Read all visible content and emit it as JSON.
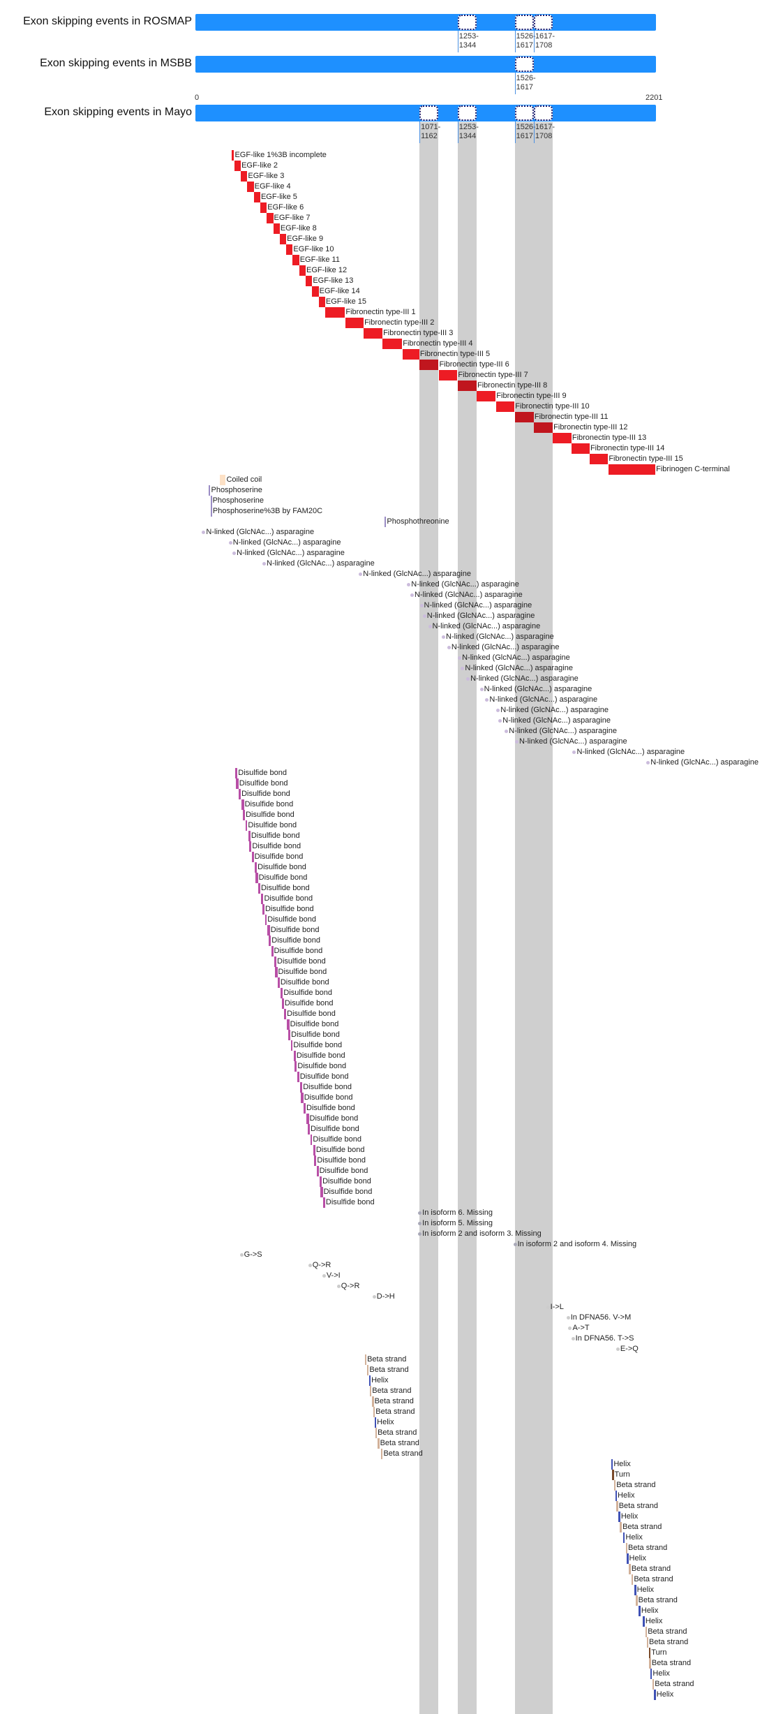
{
  "axis": {
    "min_label": "0",
    "max_label": "2201",
    "length": 2201
  },
  "colors": {
    "track": "#1e90ff",
    "domain": "#ed1c24",
    "domain-dark": "#c0161e",
    "coil": "#fde1c6",
    "mod": "#9a8cc4",
    "glyco": "#cbbcdc",
    "disulfide": "#b84fa6",
    "isoform": "#a9a9b8",
    "variant": "#cccccc",
    "helix": "#3f51b5",
    "strand": "#d2b199",
    "turn": "#7a4a2a",
    "gray": "#cfcfcf"
  },
  "exon_tracks": [
    {
      "title": "Exon skipping events in ROSMAP",
      "events": [
        {
          "start": 1253,
          "end": 1344,
          "label_a": "1253-",
          "label_b": "1344"
        },
        {
          "start": 1526,
          "end": 1617,
          "label_a": "1526-",
          "label_b": "1617"
        },
        {
          "start": 1617,
          "end": 1708,
          "label_a": "1617-",
          "label_b": "1708"
        }
      ]
    },
    {
      "title": "Exon skipping events in MSBB",
      "events": [
        {
          "start": 1526,
          "end": 1617,
          "label_a": "1526-",
          "label_b": "1617"
        }
      ]
    },
    {
      "title": "Exon skipping events in Mayo",
      "events": [
        {
          "start": 1071,
          "end": 1162,
          "label_a": "1071-",
          "label_b": "1162"
        },
        {
          "start": 1253,
          "end": 1344,
          "label_a": "1253-",
          "label_b": "1344"
        },
        {
          "start": 1526,
          "end": 1617,
          "label_a": "1526-",
          "label_b": "1617"
        },
        {
          "start": 1617,
          "end": 1708,
          "label_a": "1617-",
          "label_b": "1708"
        }
      ]
    }
  ],
  "features": [
    {
      "label": "EGF-like 1%3B incomplete",
      "start": 173,
      "end": 185,
      "type": "domain"
    },
    {
      "label": "EGF-like 2",
      "start": 186,
      "end": 217,
      "type": "domain"
    },
    {
      "label": "EGF-like 3",
      "start": 217,
      "end": 248,
      "type": "domain"
    },
    {
      "label": "EGF-like 4",
      "start": 248,
      "end": 279,
      "type": "domain"
    },
    {
      "label": "EGF-like 5",
      "start": 279,
      "end": 310,
      "type": "domain"
    },
    {
      "label": "EGF-like 6",
      "start": 310,
      "end": 341,
      "type": "domain"
    },
    {
      "label": "EGF-like 7",
      "start": 341,
      "end": 372,
      "type": "domain"
    },
    {
      "label": "EGF-like 8",
      "start": 372,
      "end": 403,
      "type": "domain"
    },
    {
      "label": "EGF-like 9",
      "start": 403,
      "end": 434,
      "type": "domain"
    },
    {
      "label": "EGF-like 10",
      "start": 434,
      "end": 465,
      "type": "domain"
    },
    {
      "label": "EGF-like 11",
      "start": 465,
      "end": 496,
      "type": "domain"
    },
    {
      "label": "EGF-like 12",
      "start": 496,
      "end": 527,
      "type": "domain"
    },
    {
      "label": "EGF-like 13",
      "start": 527,
      "end": 558,
      "type": "domain"
    },
    {
      "label": "EGF-like 14",
      "start": 558,
      "end": 589,
      "type": "domain"
    },
    {
      "label": "EGF-like 15",
      "start": 589,
      "end": 620,
      "type": "domain"
    },
    {
      "label": "Fibronectin type-III 1",
      "start": 621,
      "end": 715,
      "type": "domain"
    },
    {
      "label": "Fibronectin type-III 2",
      "start": 716,
      "end": 804,
      "type": "domain"
    },
    {
      "label": "Fibronectin type-III 3",
      "start": 805,
      "end": 894,
      "type": "domain"
    },
    {
      "label": "Fibronectin type-III 4",
      "start": 895,
      "end": 988,
      "type": "domain"
    },
    {
      "label": "Fibronectin type-III 5",
      "start": 989,
      "end": 1070,
      "type": "domain"
    },
    {
      "label": "Fibronectin type-III 6",
      "start": 1071,
      "end": 1162,
      "type": "domain-dark"
    },
    {
      "label": "Fibronectin type-III 7",
      "start": 1163,
      "end": 1252,
      "type": "domain"
    },
    {
      "label": "Fibronectin type-III 8",
      "start": 1253,
      "end": 1344,
      "type": "domain-dark"
    },
    {
      "label": "Fibronectin type-III 9",
      "start": 1345,
      "end": 1435,
      "type": "domain"
    },
    {
      "label": "Fibronectin type-III 10",
      "start": 1436,
      "end": 1525,
      "type": "domain"
    },
    {
      "label": "Fibronectin type-III 11",
      "start": 1526,
      "end": 1617,
      "type": "domain-dark"
    },
    {
      "label": "Fibronectin type-III 12",
      "start": 1618,
      "end": 1708,
      "type": "domain-dark"
    },
    {
      "label": "Fibronectin type-III 13",
      "start": 1709,
      "end": 1797,
      "type": "domain"
    },
    {
      "label": "Fibronectin type-III 14",
      "start": 1798,
      "end": 1884,
      "type": "domain"
    },
    {
      "label": "Fibronectin type-III 15",
      "start": 1885,
      "end": 1972,
      "type": "domain"
    },
    {
      "label": "Fibrinogen C-terminal",
      "start": 1973,
      "end": 2198,
      "type": "domain"
    },
    {
      "label": "Coiled coil",
      "start": 118,
      "end": 145,
      "type": "coil"
    },
    {
      "label": "Phosphoserine",
      "start": 65,
      "end": 65,
      "type": "mod"
    },
    {
      "label": "Phosphoserine",
      "start": 72,
      "end": 72,
      "type": "mod"
    },
    {
      "label": "Phosphoserine%3B by FAM20C",
      "start": 73,
      "end": 73,
      "type": "mod"
    },
    {
      "label": "Phosphothreonine",
      "start": 905,
      "end": 905,
      "type": "mod"
    },
    {
      "label": "N-linked (GlcNAc...) asparagine",
      "start": 38,
      "type": "glyco"
    },
    {
      "label": "N-linked (GlcNAc...) asparagine",
      "start": 166,
      "type": "glyco"
    },
    {
      "label": "N-linked (GlcNAc...) asparagine",
      "start": 184,
      "type": "glyco"
    },
    {
      "label": "N-linked (GlcNAc...) asparagine",
      "start": 327,
      "type": "glyco"
    },
    {
      "label": "N-linked (GlcNAc...) asparagine",
      "start": 788,
      "type": "glyco"
    },
    {
      "label": "N-linked (GlcNAc...) asparagine",
      "start": 1018,
      "type": "glyco"
    },
    {
      "label": "N-linked (GlcNAc...) asparagine",
      "start": 1034,
      "type": "glyco"
    },
    {
      "label": "N-linked (GlcNAc...) asparagine",
      "start": 1079,
      "type": "glyco"
    },
    {
      "label": "N-linked (GlcNAc...) asparagine",
      "start": 1093,
      "type": "glyco"
    },
    {
      "label": "N-linked (GlcNAc...) asparagine",
      "start": 1119,
      "type": "glyco"
    },
    {
      "label": "N-linked (GlcNAc...) asparagine",
      "start": 1184,
      "type": "glyco"
    },
    {
      "label": "N-linked (GlcNAc...) asparagine",
      "start": 1210,
      "type": "glyco"
    },
    {
      "label": "N-linked (GlcNAc...) asparagine",
      "start": 1261,
      "type": "glyco"
    },
    {
      "label": "N-linked (GlcNAc...) asparagine",
      "start": 1275,
      "type": "glyco"
    },
    {
      "label": "N-linked (GlcNAc...) asparagine",
      "start": 1301,
      "type": "glyco"
    },
    {
      "label": "N-linked (GlcNAc...) asparagine",
      "start": 1366,
      "type": "glyco"
    },
    {
      "label": "N-linked (GlcNAc...) asparagine",
      "start": 1392,
      "type": "glyco"
    },
    {
      "label": "N-linked (GlcNAc...) asparagine",
      "start": 1445,
      "type": "glyco"
    },
    {
      "label": "N-linked (GlcNAc...) asparagine",
      "start": 1455,
      "type": "glyco"
    },
    {
      "label": "N-linked (GlcNAc...) asparagine",
      "start": 1485,
      "type": "glyco"
    },
    {
      "label": "N-linked (GlcNAc...) asparagine",
      "start": 1534,
      "type": "glyco"
    },
    {
      "label": "N-linked (GlcNAc...) asparagine",
      "start": 1809,
      "type": "glyco"
    },
    {
      "label": "N-linked (GlcNAc...) asparagine",
      "start": 2162,
      "type": "glyco"
    },
    {
      "label": "Disulfide bond",
      "start": 190,
      "end": 201,
      "type": "disulfide"
    },
    {
      "label": "Disulfide bond",
      "start": 195,
      "end": 206,
      "type": "disulfide"
    },
    {
      "label": "Disulfide bond",
      "start": 208,
      "end": 217,
      "type": "disulfide"
    },
    {
      "label": "Disulfide bond",
      "start": 221,
      "end": 232,
      "type": "disulfide"
    },
    {
      "label": "Disulfide bond",
      "start": 226,
      "end": 237,
      "type": "disulfide"
    },
    {
      "label": "Disulfide bond",
      "start": 239,
      "end": 248,
      "type": "disulfide"
    },
    {
      "label": "Disulfide bond",
      "start": 252,
      "end": 263,
      "type": "disulfide"
    },
    {
      "label": "Disulfide bond",
      "start": 257,
      "end": 268,
      "type": "disulfide"
    },
    {
      "label": "Disulfide bond",
      "start": 270,
      "end": 279,
      "type": "disulfide"
    },
    {
      "label": "Disulfide bond",
      "start": 283,
      "end": 294,
      "type": "disulfide"
    },
    {
      "label": "Disulfide bond",
      "start": 288,
      "end": 299,
      "type": "disulfide"
    },
    {
      "label": "Disulfide bond",
      "start": 301,
      "end": 310,
      "type": "disulfide"
    },
    {
      "label": "Disulfide bond",
      "start": 314,
      "end": 325,
      "type": "disulfide"
    },
    {
      "label": "Disulfide bond",
      "start": 319,
      "end": 330,
      "type": "disulfide"
    },
    {
      "label": "Disulfide bond",
      "start": 332,
      "end": 341,
      "type": "disulfide"
    },
    {
      "label": "Disulfide bond",
      "start": 345,
      "end": 356,
      "type": "disulfide"
    },
    {
      "label": "Disulfide bond",
      "start": 350,
      "end": 361,
      "type": "disulfide"
    },
    {
      "label": "Disulfide bond",
      "start": 363,
      "end": 372,
      "type": "disulfide"
    },
    {
      "label": "Disulfide bond",
      "start": 376,
      "end": 387,
      "type": "disulfide"
    },
    {
      "label": "Disulfide bond",
      "start": 381,
      "end": 392,
      "type": "disulfide"
    },
    {
      "label": "Disulfide bond",
      "start": 394,
      "end": 403,
      "type": "disulfide"
    },
    {
      "label": "Disulfide bond",
      "start": 407,
      "end": 418,
      "type": "disulfide"
    },
    {
      "label": "Disulfide bond",
      "start": 412,
      "end": 423,
      "type": "disulfide"
    },
    {
      "label": "Disulfide bond",
      "start": 425,
      "end": 434,
      "type": "disulfide"
    },
    {
      "label": "Disulfide bond",
      "start": 438,
      "end": 449,
      "type": "disulfide"
    },
    {
      "label": "Disulfide bond",
      "start": 443,
      "end": 454,
      "type": "disulfide"
    },
    {
      "label": "Disulfide bond",
      "start": 456,
      "end": 465,
      "type": "disulfide"
    },
    {
      "label": "Disulfide bond",
      "start": 469,
      "end": 480,
      "type": "disulfide"
    },
    {
      "label": "Disulfide bond",
      "start": 474,
      "end": 485,
      "type": "disulfide"
    },
    {
      "label": "Disulfide bond",
      "start": 487,
      "end": 496,
      "type": "disulfide"
    },
    {
      "label": "Disulfide bond",
      "start": 500,
      "end": 511,
      "type": "disulfide"
    },
    {
      "label": "Disulfide bond",
      "start": 505,
      "end": 516,
      "type": "disulfide"
    },
    {
      "label": "Disulfide bond",
      "start": 518,
      "end": 527,
      "type": "disulfide"
    },
    {
      "label": "Disulfide bond",
      "start": 531,
      "end": 542,
      "type": "disulfide"
    },
    {
      "label": "Disulfide bond",
      "start": 536,
      "end": 547,
      "type": "disulfide"
    },
    {
      "label": "Disulfide bond",
      "start": 549,
      "end": 558,
      "type": "disulfide"
    },
    {
      "label": "Disulfide bond",
      "start": 562,
      "end": 573,
      "type": "disulfide"
    },
    {
      "label": "Disulfide bond",
      "start": 567,
      "end": 578,
      "type": "disulfide"
    },
    {
      "label": "Disulfide bond",
      "start": 580,
      "end": 589,
      "type": "disulfide"
    },
    {
      "label": "Disulfide bond",
      "start": 593,
      "end": 604,
      "type": "disulfide"
    },
    {
      "label": "Disulfide bond",
      "start": 598,
      "end": 609,
      "type": "disulfide"
    },
    {
      "label": "Disulfide bond",
      "start": 611,
      "end": 620,
      "type": "disulfide"
    },
    {
      "label": "In isoform 6. Missing",
      "start": 1071,
      "type": "isoform"
    },
    {
      "label": "In isoform 5. Missing",
      "start": 1071,
      "type": "isoform"
    },
    {
      "label": "In isoform 2 and isoform 3. Missing",
      "start": 1071,
      "type": "isoform"
    },
    {
      "label": "In isoform 2 and isoform 4. Missing",
      "start": 1526,
      "type": "isoform"
    },
    {
      "label": "G->S",
      "start": 219,
      "type": "variant"
    },
    {
      "label": "Q->R",
      "start": 546,
      "type": "variant"
    },
    {
      "label": "V->I",
      "start": 613,
      "type": "variant"
    },
    {
      "label": "Q->R",
      "start": 683,
      "type": "variant"
    },
    {
      "label": "D->H",
      "start": 853,
      "type": "variant"
    },
    {
      "label": "I->L",
      "start": 1683,
      "type": "variant"
    },
    {
      "label": "In DFNA56. V->M",
      "start": 1780,
      "type": "variant"
    },
    {
      "label": "A->T",
      "start": 1789,
      "type": "variant"
    },
    {
      "label": "In DFNA56. T->S",
      "start": 1803,
      "type": "variant"
    },
    {
      "label": "E->Q",
      "start": 2017,
      "type": "variant"
    },
    {
      "label": "Beta strand",
      "start": 809,
      "end": 817,
      "type": "strand"
    },
    {
      "label": "Beta strand",
      "start": 820,
      "end": 828,
      "type": "strand"
    },
    {
      "label": "Helix",
      "start": 829,
      "end": 834,
      "type": "helix"
    },
    {
      "label": "Beta strand",
      "start": 833,
      "end": 841,
      "type": "strand"
    },
    {
      "label": "Beta strand",
      "start": 844,
      "end": 850,
      "type": "strand"
    },
    {
      "label": "Beta strand",
      "start": 849,
      "end": 858,
      "type": "strand"
    },
    {
      "label": "Helix",
      "start": 856,
      "end": 861,
      "type": "helix"
    },
    {
      "label": "Beta strand",
      "start": 859,
      "end": 865,
      "type": "strand"
    },
    {
      "label": "Beta strand",
      "start": 870,
      "end": 879,
      "type": "strand"
    },
    {
      "label": "Beta strand",
      "start": 887,
      "end": 895,
      "type": "strand"
    },
    {
      "label": "Helix",
      "start": 1987,
      "end": 1993,
      "type": "helix"
    },
    {
      "label": "Turn",
      "start": 1991,
      "end": 1997,
      "type": "turn"
    },
    {
      "label": "Beta strand",
      "start": 2000,
      "end": 2008,
      "type": "strand"
    },
    {
      "label": "Helix",
      "start": 2006,
      "end": 2012,
      "type": "helix"
    },
    {
      "label": "Beta strand",
      "start": 2011,
      "end": 2020,
      "type": "strand"
    },
    {
      "label": "Helix",
      "start": 2022,
      "end": 2028,
      "type": "helix"
    },
    {
      "label": "Beta strand",
      "start": 2028,
      "end": 2038,
      "type": "strand"
    },
    {
      "label": "Helix",
      "start": 2044,
      "end": 2052,
      "type": "helix"
    },
    {
      "label": "Beta strand",
      "start": 2056,
      "end": 2062,
      "type": "strand"
    },
    {
      "label": "Helix",
      "start": 2061,
      "end": 2068,
      "type": "helix"
    },
    {
      "label": "Beta strand",
      "start": 2072,
      "end": 2080,
      "type": "strand"
    },
    {
      "label": "Beta strand",
      "start": 2083,
      "end": 2092,
      "type": "strand"
    },
    {
      "label": "Helix",
      "start": 2098,
      "end": 2104,
      "type": "helix"
    },
    {
      "label": "Beta strand",
      "start": 2104,
      "end": 2113,
      "type": "strand"
    },
    {
      "label": "Helix",
      "start": 2119,
      "end": 2125,
      "type": "helix"
    },
    {
      "label": "Helix",
      "start": 2139,
      "end": 2145,
      "type": "helix"
    },
    {
      "label": "Beta strand",
      "start": 2150,
      "end": 2156,
      "type": "strand"
    },
    {
      "label": "Beta strand",
      "start": 2156,
      "end": 2162,
      "type": "strand"
    },
    {
      "label": "Turn",
      "start": 2167,
      "end": 2173,
      "type": "turn"
    },
    {
      "label": "Beta strand",
      "start": 2169,
      "end": 2176,
      "type": "strand"
    },
    {
      "label": "Helix",
      "start": 2174,
      "end": 2180,
      "type": "helix"
    },
    {
      "label": "Beta strand",
      "start": 2183,
      "end": 2192,
      "type": "strand"
    },
    {
      "label": "Helix",
      "start": 2192,
      "end": 2198,
      "type": "helix"
    }
  ]
}
